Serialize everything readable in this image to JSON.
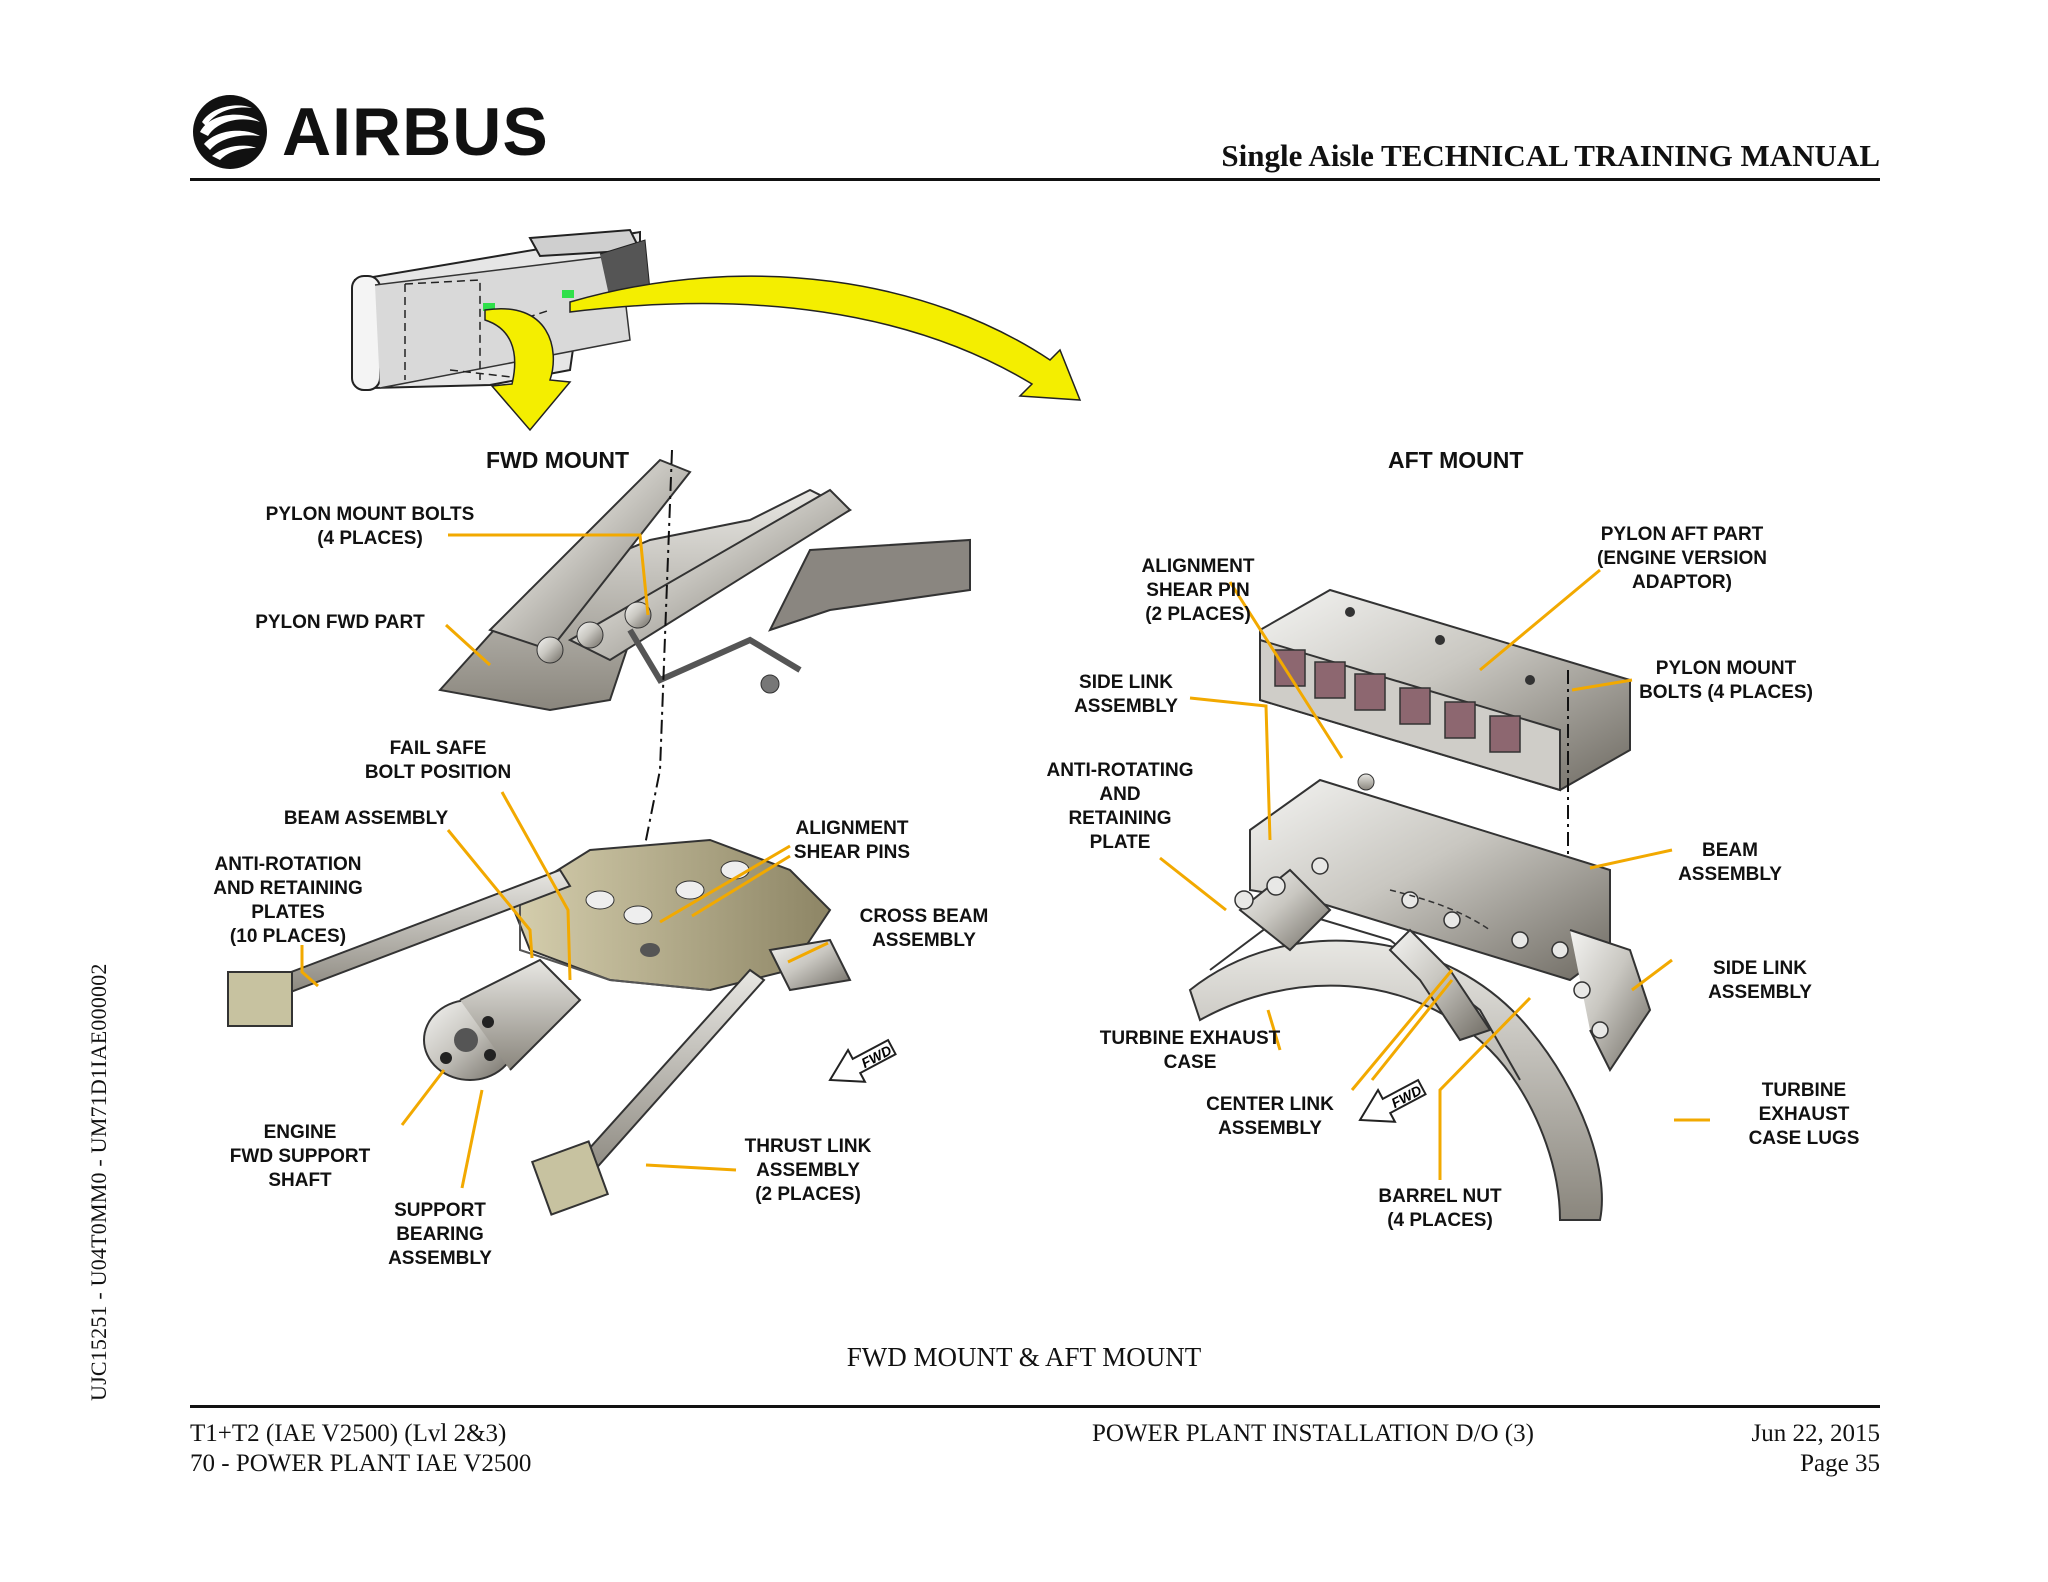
{
  "header": {
    "brand": "AIRBUS",
    "manual_title": "Single Aisle TECHNICAL TRAINING MANUAL"
  },
  "side_code": "UJC15251 - U04T0MM0 - UM71D1IAE000002",
  "figure": {
    "fwd_mount": {
      "title": "FWD MOUNT",
      "labels": {
        "pylon_mount_bolts": [
          "PYLON MOUNT BOLTS",
          "(4 PLACES)"
        ],
        "pylon_fwd_part": [
          "PYLON FWD PART"
        ],
        "fail_safe_bolt": [
          "FAIL SAFE",
          "BOLT POSITION"
        ],
        "beam_assembly": [
          "BEAM ASSEMBLY"
        ],
        "anti_rotation": [
          "ANTI-ROTATION",
          "AND RETAINING",
          "PLATES",
          "(10 PLACES)"
        ],
        "alignment_shear_pins": [
          "ALIGNMENT",
          "SHEAR PINS"
        ],
        "cross_beam": [
          "CROSS BEAM",
          "ASSEMBLY"
        ],
        "engine_fwd_support": [
          "ENGINE",
          "FWD SUPPORT",
          "SHAFT"
        ],
        "support_bearing": [
          "SUPPORT",
          "BEARING",
          "ASSEMBLY"
        ],
        "thrust_link": [
          "THRUST LINK",
          "ASSEMBLY",
          "(2 PLACES)"
        ],
        "fwd_arrow": "FWD"
      }
    },
    "aft_mount": {
      "title": "AFT MOUNT",
      "labels": {
        "alignment_shear_pin": [
          "ALIGNMENT",
          "SHEAR PIN",
          "(2 PLACES)"
        ],
        "pylon_aft_part": [
          "PYLON AFT PART",
          "(ENGINE VERSION",
          "ADAPTOR)"
        ],
        "side_link_upper": [
          "SIDE LINK",
          "ASSEMBLY"
        ],
        "pylon_mount_bolts": [
          "PYLON MOUNT",
          "BOLTS (4 PLACES)"
        ],
        "anti_rotating": [
          "ANTI-ROTATING",
          "AND",
          "RETAINING",
          "PLATE"
        ],
        "beam_assembly": [
          "BEAM",
          "ASSEMBLY"
        ],
        "side_link_lower": [
          "SIDE LINK",
          "ASSEMBLY"
        ],
        "turbine_exhaust_case": [
          "TURBINE EXHAUST",
          "CASE"
        ],
        "center_link": [
          "CENTER LINK",
          "ASSEMBLY"
        ],
        "turbine_exhaust_lugs": [
          "TURBINE",
          "EXHAUST",
          "CASE LUGS"
        ],
        "barrel_nut": [
          "BARREL NUT",
          "(4 PLACES)"
        ],
        "fwd_arrow": "FWD"
      }
    },
    "caption": "FWD MOUNT & AFT MOUNT"
  },
  "footer": {
    "left_1": "T1+T2 (IAE V2500) (Lvl 2&3)",
    "left_2": "70 - POWER PLANT IAE V2500",
    "center": "POWER PLANT INSTALLATION D/O (3)",
    "date": "Jun 22, 2015",
    "page": "Page 35"
  },
  "colors": {
    "leader": "#f2a900",
    "arrow": "#f4ee00",
    "metal": "#b8b6b0",
    "text": "#111111"
  }
}
